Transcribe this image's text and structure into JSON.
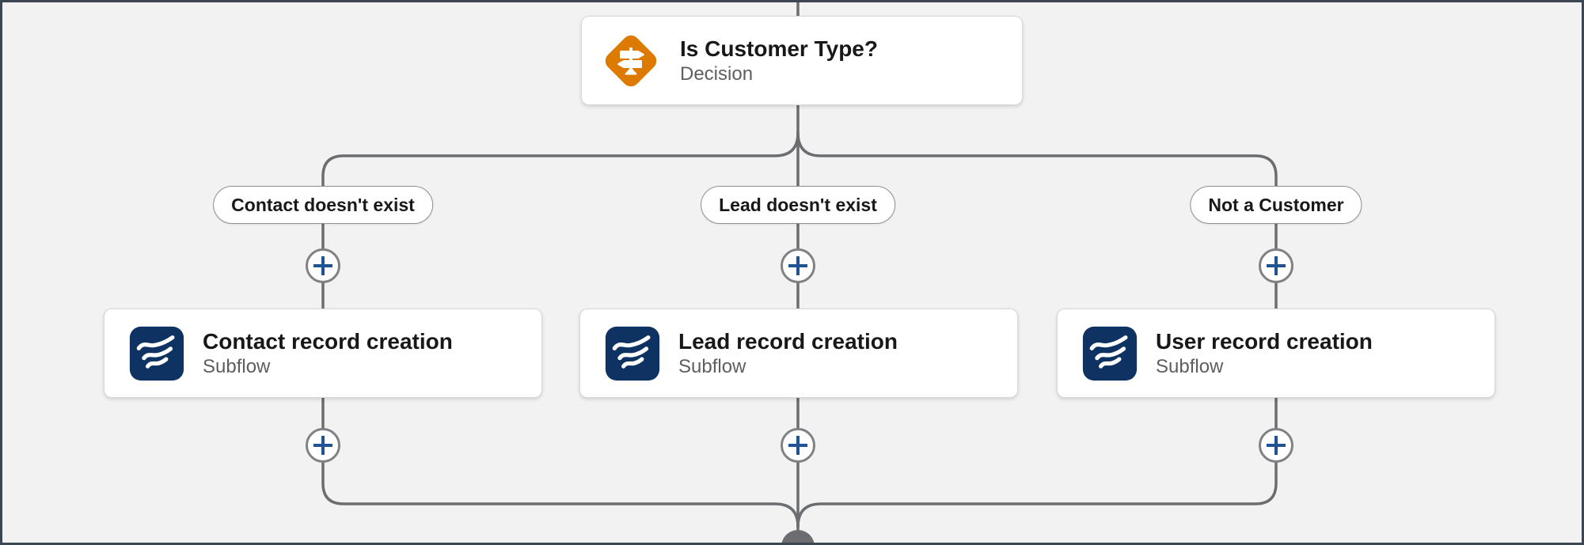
{
  "flow": {
    "decision": {
      "title": "Is Customer Type?",
      "type_label": "Decision",
      "icon": "decision-signpost-icon"
    },
    "branches": [
      {
        "label": "Contact doesn't exist",
        "node": {
          "title": "Contact record creation",
          "type_label": "Subflow",
          "icon": "subflow-waves-icon"
        }
      },
      {
        "label": "Lead doesn't exist",
        "node": {
          "title": "Lead record creation",
          "type_label": "Subflow",
          "icon": "subflow-waves-icon"
        }
      },
      {
        "label": "Not a Customer",
        "node": {
          "title": "User record creation",
          "type_label": "Subflow",
          "icon": "subflow-waves-icon"
        }
      }
    ],
    "add_button_icon": "plus-icon"
  },
  "colors": {
    "canvas-bg": "#f2f2f2",
    "frame-border": "#3b4650",
    "line-color": "#6b6d70",
    "card-border": "#d8d8d8",
    "title-color": "#181818",
    "subtitle-color": "#5e5e5e",
    "pill-border": "#8e9093",
    "plus-ring": "#7f8184",
    "plus-blue": "#1f5394",
    "decision-orange": "#DD7A01",
    "subflow-navy": "#0e3262"
  }
}
